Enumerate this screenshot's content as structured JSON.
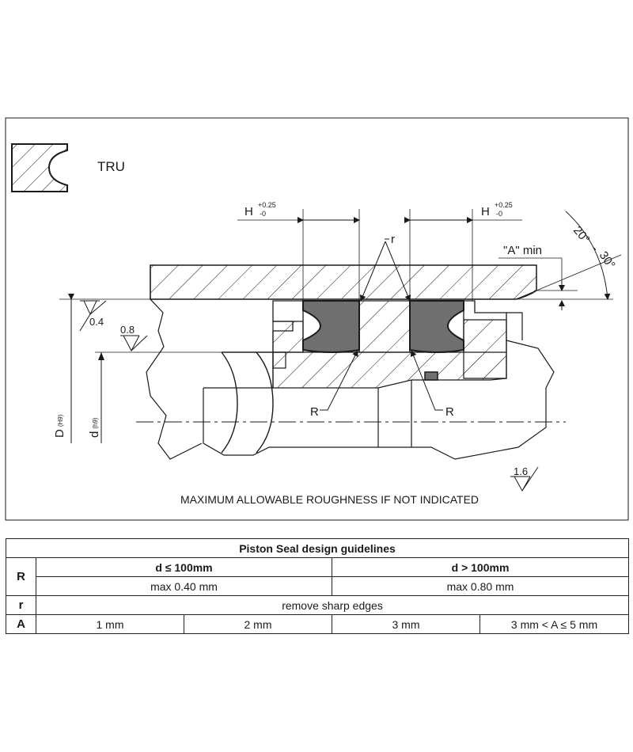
{
  "drawing": {
    "profile_label": "TRU",
    "h_label": "H",
    "tol_upper": "+0.25",
    "tol_lower": "-0",
    "r_small": "r",
    "r_large": "R",
    "a_min": "\"A\" min",
    "angle_from": "20°",
    "angle_to": "30°",
    "roughness_bore": "0.4",
    "roughness_groove": "0.8",
    "roughness_default": "1.6",
    "dia_bore": "D",
    "dia_bore_tol": "(H9)",
    "dia_groove": "d",
    "dia_groove_tol": "(h9)",
    "note": "MAXIMUM ALLOWABLE ROUGHNESS IF NOT INDICATED"
  },
  "table": {
    "title": "Piston Seal design guidelines",
    "row_r": {
      "label": "R",
      "cond_small": "d ≤ 100mm",
      "cond_large": "d > 100mm",
      "val_small": "max 0.40 mm",
      "val_large": "max 0.80 mm"
    },
    "row_rr": {
      "label": "r",
      "value": "remove sharp edges"
    },
    "row_a": {
      "label": "A",
      "values": [
        "1 mm",
        "2 mm",
        "3 mm",
        "3 mm < A ≤ 5 mm"
      ]
    }
  }
}
